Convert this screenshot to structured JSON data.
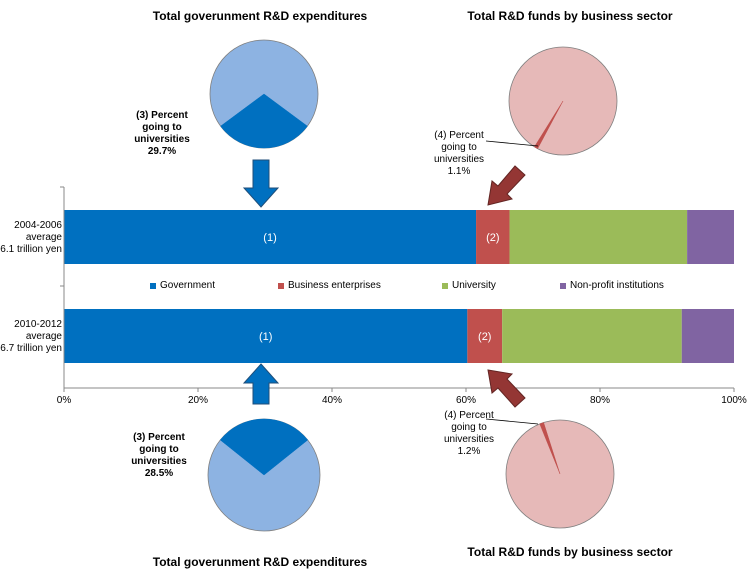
{
  "top_left_pie": {
    "title": "Total goverunment R&D expenditures",
    "label_line1": "(3) Percent",
    "label_line2": "going to",
    "label_line3": "universities",
    "label_value": "29.7%",
    "share": 0.297,
    "colors": {
      "rest": "#8DB3E2",
      "share": "#0070C0"
    }
  },
  "top_right_pie": {
    "title": "Total R&D funds by business sector",
    "label_line1": "(4) Percent",
    "label_line2": "going to",
    "label_line3": "universities",
    "label_value": "1.1%",
    "share": 0.011,
    "colors": {
      "rest": "#E6B9B8",
      "share": "#C0504D"
    }
  },
  "bottom_left_pie": {
    "title": "Total goverunment R&D expenditures",
    "label_line1": "(3) Percent",
    "label_line2": "going to",
    "label_line3": "universities",
    "label_value": "28.5%",
    "share": 0.285,
    "colors": {
      "rest": "#8DB3E2",
      "share": "#0070C0"
    }
  },
  "bottom_right_pie": {
    "title": "Total R&D funds by business sector",
    "label_line1": "(4) Percent",
    "label_line2": "going to",
    "label_line3": "universities",
    "label_value": "1.2%",
    "share": 0.012,
    "colors": {
      "rest": "#E6B9B8",
      "share": "#C0504D"
    }
  },
  "rows": [
    {
      "line1": "2004-2006",
      "line2": "average",
      "line3": "6.1 trillion yen"
    },
    {
      "line1": "2010-2012",
      "line2": "average",
      "line3": "6.7 trillion yen"
    }
  ],
  "chart_data": {
    "type": "bar",
    "orientation": "horizontal",
    "stacked": "percent",
    "categories": [
      "2004-2006 average 6.1 trillion yen",
      "2010-2012 average 6.7 trillion yen"
    ],
    "series": [
      {
        "name": "Government",
        "values": [
          61.5,
          60.2
        ],
        "color": "#0070C0",
        "segment_labels": [
          "(1)",
          "(1)"
        ]
      },
      {
        "name": "Business enterprises",
        "values": [
          5.0,
          5.2
        ],
        "color": "#C0504D",
        "segment_labels": [
          "(2)",
          "(2)"
        ]
      },
      {
        "name": "University",
        "values": [
          26.5,
          26.8
        ],
        "color": "#9BBB59",
        "segment_labels": [
          "",
          ""
        ]
      },
      {
        "name": "Non-profit institutions",
        "values": [
          7.0,
          7.8
        ],
        "color": "#8064A2",
        "segment_labels": [
          "",
          ""
        ]
      }
    ],
    "xlim": [
      0,
      100
    ],
    "xticks": [
      "0%",
      "20%",
      "40%",
      "60%",
      "80%",
      "100%"
    ],
    "legend": "center",
    "grid": false
  }
}
